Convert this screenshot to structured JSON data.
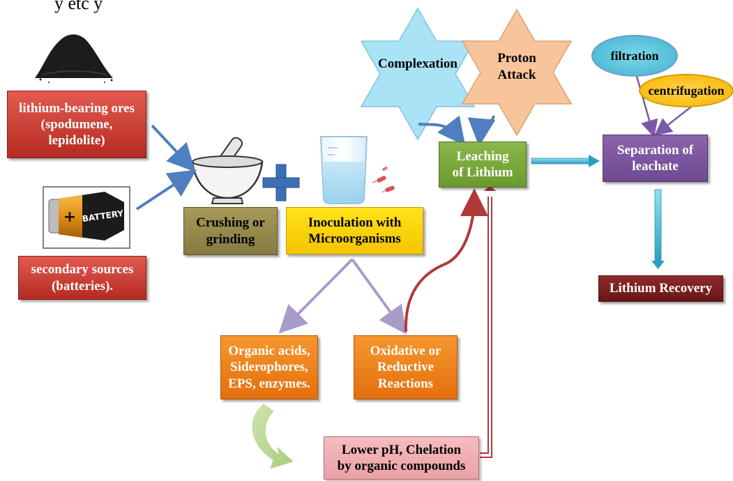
{
  "caption": "y     etc  y",
  "stars": {
    "complexation": "Complexation",
    "proton_attack": "Proton\nAttack"
  },
  "ovals": {
    "filtration": "filtration",
    "centrifugation": "centrifugation"
  },
  "boxes": {
    "ores": "lithium-bearing ores\n(spodumene,\nlepidolite)",
    "secondary": "secondary sources\n(batteries).",
    "crushing": "Crushing or\ngrinding",
    "inoculation": "Inoculation with\nMicroorganisms",
    "leaching": "Leaching\nof Lithium",
    "separation": "Separation of\nleachate",
    "recovery": "Lithium Recovery",
    "organic_acids": "Organic acids,\nSiderophores,\nEPS, enzymes.",
    "oxidative": "Oxidative or\nReductive\nReactions",
    "lower_ph": "Lower pH, Chelation\nby organic compounds"
  },
  "battery_label": "BATTERY",
  "battery_sign": "+",
  "colors": {
    "arrow_blue": "#4f7fbe",
    "arrow_purple": "#a99bc9",
    "arrow_red": "#b2393a",
    "arrow_cyan": "#3aaecb",
    "plus_blue": "#3b6fb5"
  }
}
